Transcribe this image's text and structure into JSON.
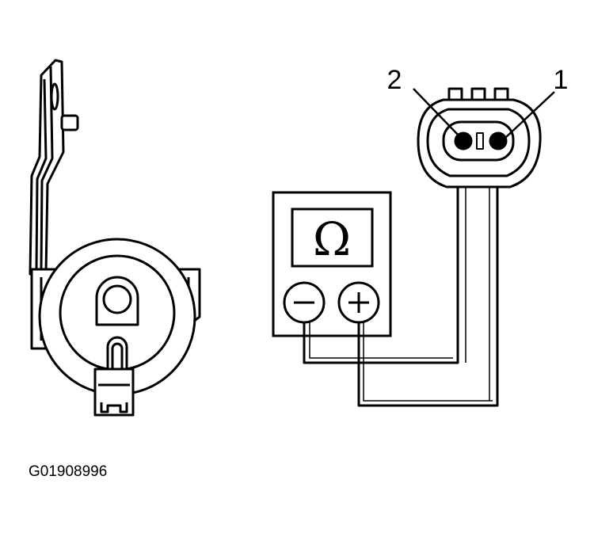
{
  "figure_code": "G01908996",
  "pin_labels": {
    "pin2": "2",
    "pin1": "1"
  },
  "meter": {
    "symbol": "Ω",
    "negative": "−",
    "positive": "+"
  },
  "colors": {
    "ink": "#000000",
    "paper": "#ffffff"
  }
}
